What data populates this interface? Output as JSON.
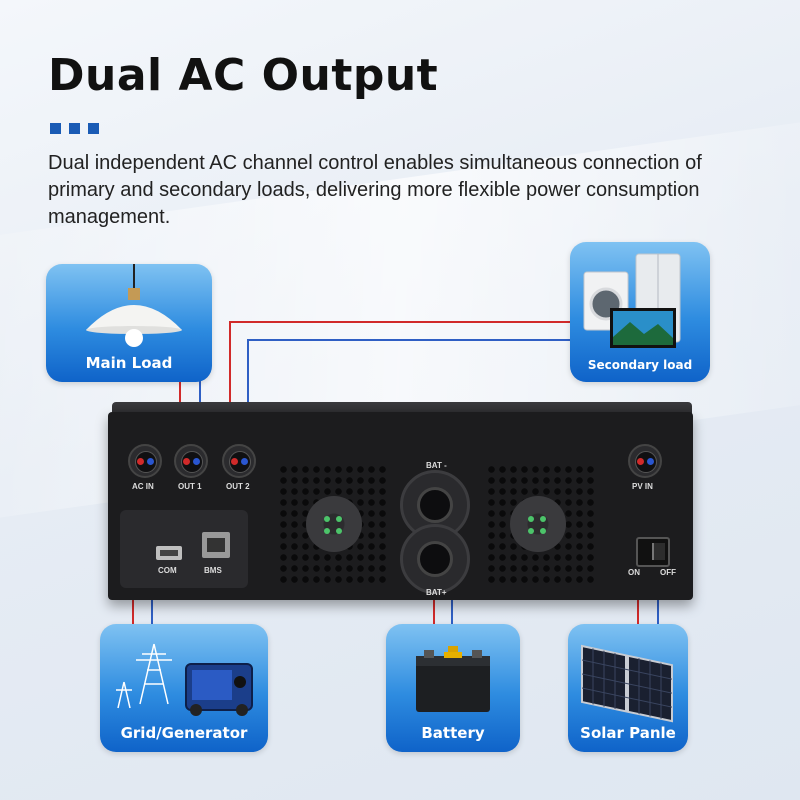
{
  "header": {
    "title": "Dual AC Output",
    "description": "Dual independent AC channel control enables simultaneous connection of primary and secondary loads, delivering more flexible power consumption management."
  },
  "cards": {
    "main_load": "Main Load",
    "secondary_load": "Secondary load",
    "grid_generator": "Grid/Generator",
    "battery": "Battery",
    "solar": "Solar Panle"
  },
  "inverter_labels": {
    "ac_in": "AC IN",
    "out1": "OUT 1",
    "out2": "OUT 2",
    "pv_in": "PV IN",
    "com": "COM",
    "bms": "BMS",
    "bat_minus": "BAT -",
    "bat_plus": "BAT+",
    "on": "ON",
    "off": "OFF"
  },
  "colors": {
    "accent": "#1a5bb5",
    "wire_red": "#d12a2a",
    "wire_blue": "#2f5fc4"
  }
}
